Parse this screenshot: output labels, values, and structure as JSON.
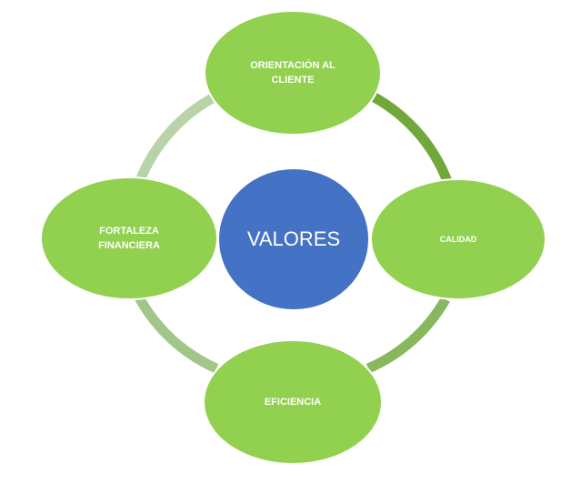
{
  "center": {
    "label": "VALORES"
  },
  "nodes": {
    "top": {
      "label": "ORIENTACIÓN AL\nCLIENTE"
    },
    "right": {
      "label": "CALIDAD"
    },
    "bottom": {
      "label": "EFICIENCIA"
    },
    "left": {
      "label": "FORTALEZA\nFINANCIERA"
    }
  },
  "colors": {
    "node_fill": "#92d050",
    "node_stroke": "#ffffff",
    "center_fill": "#4472c4",
    "arc_top_right": "#70a83b",
    "arc_right_bottom": "#88b85e",
    "arc_bottom_left": "#a2c68a",
    "arc_left_top": "#b8d3a8"
  }
}
